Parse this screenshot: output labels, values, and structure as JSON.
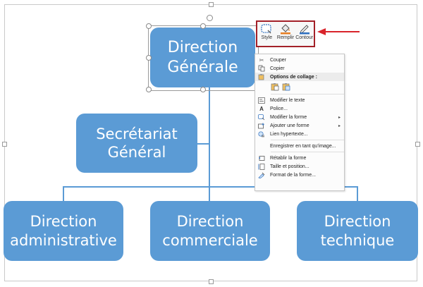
{
  "org_chart": {
    "top": "Direction Générale",
    "assistant": "Secrétariat Général",
    "children": [
      "Direction administrative",
      "Direction commerciale",
      "Direction technique"
    ]
  },
  "mini_toolbar": {
    "style_label": "Style",
    "fill_label": "Remplir",
    "outline_label": "Contour"
  },
  "context_menu": {
    "cut": "Couper",
    "copy": "Copier",
    "paste_options": "Options de collage :",
    "edit_text": "Modifier le texte",
    "font": "Police...",
    "change_shape": "Modifier la forme",
    "add_shape": "Ajouter une forme",
    "hyperlink": "Lien hypertexte...",
    "save_as_picture": "Enregistrer en tant qu'image...",
    "reset_shape": "Rétablir la forme",
    "size_position": "Taille et position...",
    "format_shape": "Format de la forme..."
  },
  "colors": {
    "box_fill": "#5b9bd5",
    "highlight_border": "#a32028",
    "arrow": "#d9242b"
  },
  "icons": {
    "style": "style-icon",
    "fill": "fill-bucket-icon",
    "outline": "outline-pen-icon",
    "cut": "scissors-icon",
    "copy": "copy-icon",
    "paste": "paste-icon",
    "arrow": "red-arrow-icon"
  }
}
